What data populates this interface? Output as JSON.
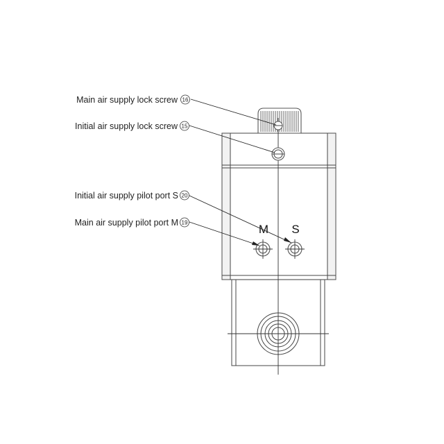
{
  "callouts": [
    {
      "label": "Main air supply lock screw",
      "num": "16"
    },
    {
      "label": "Initial air supply lock screw",
      "num": "15"
    },
    {
      "label": "Initial air supply pilot port S",
      "num": "20"
    },
    {
      "label": "Main air supply pilot port M",
      "num": "19"
    }
  ],
  "ports": {
    "m": "M",
    "s": "S"
  }
}
